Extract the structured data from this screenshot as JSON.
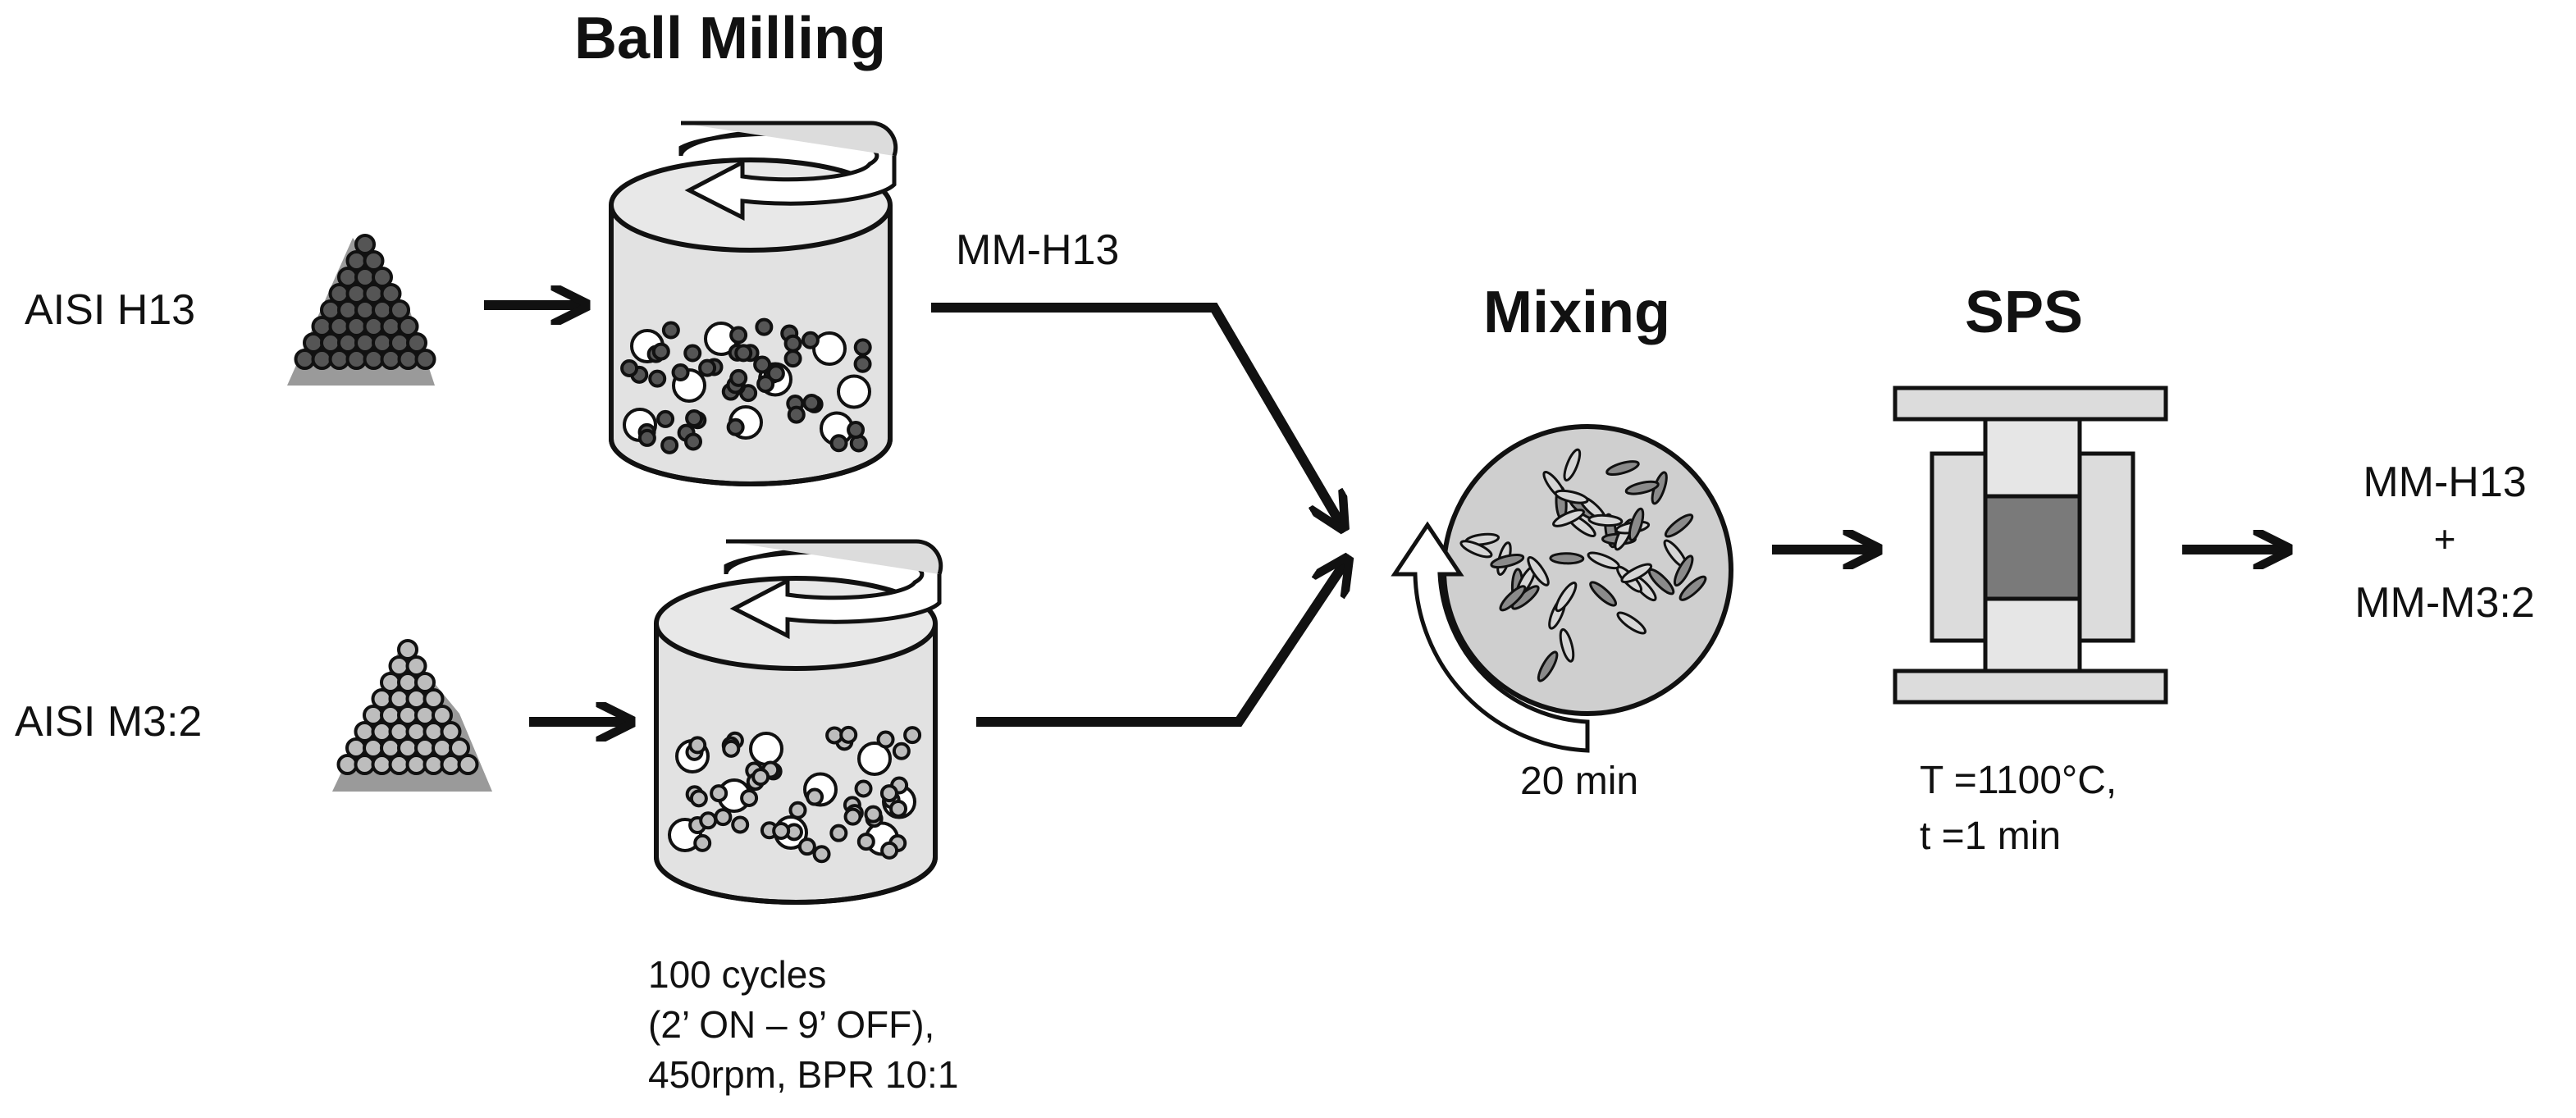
{
  "titles": {
    "ball_milling": "Ball Milling",
    "mixing": "Mixing",
    "sps": "SPS"
  },
  "inputs": {
    "h13": "AISI H13",
    "m32": "AISI M3:2"
  },
  "milled_label": "MM-H13",
  "mixing_time": "20 min",
  "milling_params": {
    "line1": "100 cycles",
    "line2": "(2’ ON – 9’ OFF),",
    "line3": "450rpm, BPR 10:1"
  },
  "sps_params": {
    "line1": "T =1100°C,",
    "line2": "t =1 min"
  },
  "output": {
    "line1": "MM-H13",
    "line2": "+",
    "line3": "MM-M3:2"
  },
  "colors": {
    "h13_powder": "#555555",
    "m32_powder": "#bdbdbd",
    "jar_fill": "#e0e0e0",
    "outline": "#111111",
    "sps_sample": "#7a7a7a",
    "sps_die": "#dcdcdc"
  }
}
